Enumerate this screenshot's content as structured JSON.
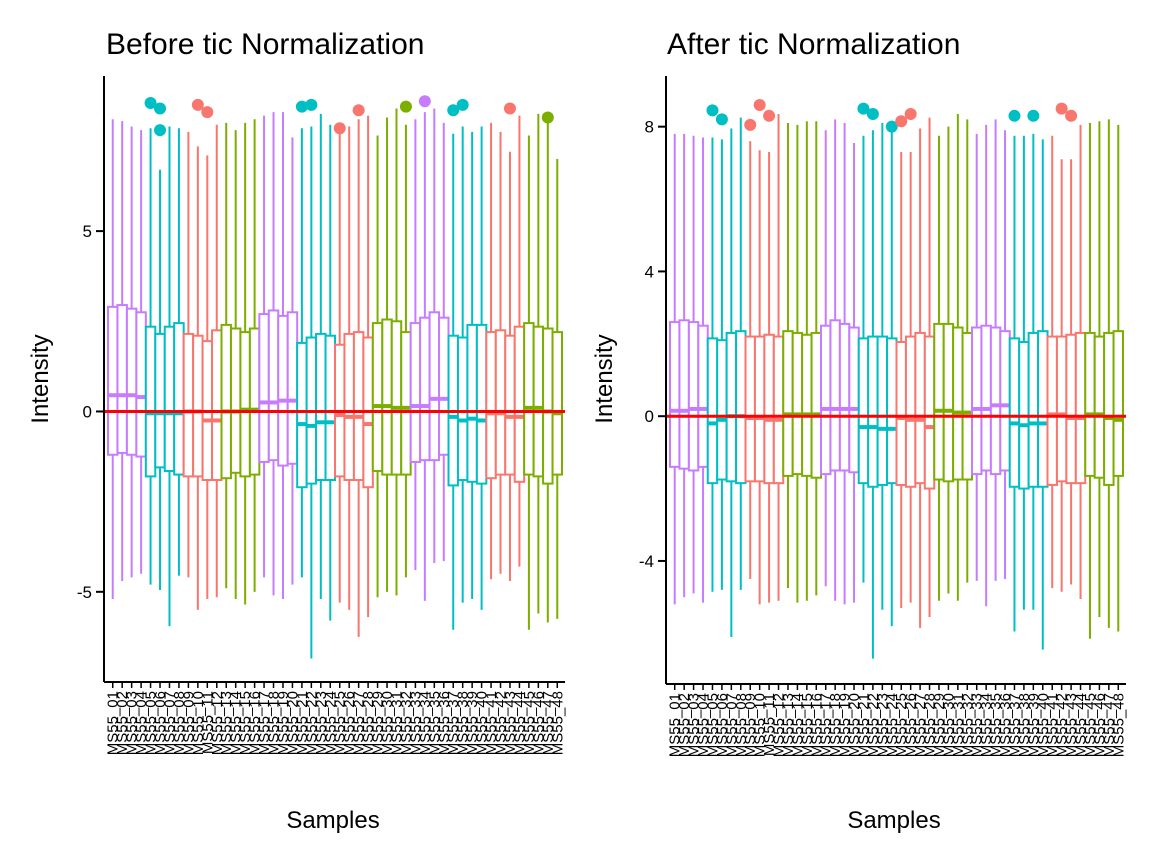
{
  "chart_data": [
    {
      "type": "boxplot",
      "title": "Before tic Normalization",
      "xlabel": "Samples",
      "ylabel": "Intensity",
      "ylim": [
        -7.5,
        9.3
      ],
      "yticks": [
        -5,
        0,
        5
      ],
      "ytick_labels": [
        "-5",
        "0",
        "5"
      ],
      "reference_line": {
        "y": 0,
        "color": "#FF0000"
      },
      "categories": [
        "MS55_01",
        "MS55_02",
        "MS55_03",
        "MS55_04",
        "MS55_05",
        "MS55_06",
        "MS55_07",
        "MS55_08",
        "MS55_09",
        "MS55_10",
        "MS55_11",
        "MS55_12",
        "MS55_13",
        "MS55_14",
        "MS55_15",
        "MS55_16",
        "MS55_17",
        "MS55_18",
        "MS55_19",
        "MS55_20",
        "MS55_21",
        "MS55_22",
        "MS55_23",
        "MS55_24",
        "MS55_25",
        "MS55_26",
        "MS55_27",
        "MS55_28",
        "MS55_29",
        "MS55_30",
        "MS55_31",
        "MS55_32",
        "MS55_33",
        "MS55_34",
        "MS55_35",
        "MS55_36",
        "MS55_37",
        "MS55_38",
        "MS55_39",
        "MS55_40",
        "MS55_41",
        "MS55_42",
        "MS55_43",
        "MS55_44",
        "MS55_45",
        "MS55_46",
        "MS55_47",
        "MS55_48"
      ],
      "group_of_box": [
        0,
        0,
        0,
        0,
        1,
        1,
        1,
        1,
        2,
        2,
        2,
        2,
        3,
        3,
        3,
        3,
        0,
        0,
        0,
        0,
        1,
        1,
        1,
        1,
        2,
        2,
        2,
        2,
        3,
        3,
        3,
        3,
        0,
        0,
        0,
        0,
        1,
        1,
        1,
        1,
        2,
        2,
        2,
        2,
        3,
        3,
        3,
        3
      ],
      "group_colors": [
        "#C77CFF",
        "#00BFC4",
        "#F8766D",
        "#7CAE00"
      ],
      "boxes": [
        {
          "min": -5.2,
          "q1": -1.2,
          "median": 0.45,
          "q3": 2.9,
          "max": 8.1
        },
        {
          "min": -4.7,
          "q1": -1.15,
          "median": 0.45,
          "q3": 2.95,
          "max": 8.05
        },
        {
          "min": -4.6,
          "q1": -1.2,
          "median": 0.45,
          "q3": 2.85,
          "max": 7.9
        },
        {
          "min": -4.5,
          "q1": -1.25,
          "median": 0.4,
          "q3": 2.75,
          "max": 7.8
        },
        {
          "min": -4.8,
          "q1": -1.8,
          "median": -0.05,
          "q3": 2.35,
          "max": 7.85,
          "outliers": [
            8.55
          ]
        },
        {
          "min": -4.95,
          "q1": -1.55,
          "median": -0.05,
          "q3": 2.15,
          "max": 6.7,
          "outliers": [
            8.4,
            7.8
          ]
        },
        {
          "min": -5.95,
          "q1": -1.65,
          "median": -0.05,
          "q3": 2.35,
          "max": 7.9
        },
        {
          "min": -4.55,
          "q1": -1.75,
          "median": -0.05,
          "q3": 2.45,
          "max": 7.85
        },
        {
          "min": -4.6,
          "q1": -1.8,
          "median": 0.0,
          "q3": 2.15,
          "max": 7.75
        },
        {
          "min": -5.5,
          "q1": -1.8,
          "median": 0.0,
          "q3": 2.1,
          "max": 7.35,
          "outliers": [
            8.5
          ]
        },
        {
          "min": -5.2,
          "q1": -1.9,
          "median": -0.25,
          "q3": 1.95,
          "max": 7.1,
          "outliers": [
            8.3
          ]
        },
        {
          "min": -5.15,
          "q1": -1.9,
          "median": -0.25,
          "q3": 2.25,
          "max": 7.95
        },
        {
          "min": -4.9,
          "q1": -1.85,
          "median": 0.0,
          "q3": 2.4,
          "max": 8.0
        },
        {
          "min": -5.2,
          "q1": -1.7,
          "median": 0.0,
          "q3": 2.3,
          "max": 7.8
        },
        {
          "min": -5.35,
          "q1": -1.8,
          "median": 0.05,
          "q3": 2.2,
          "max": 8.0
        },
        {
          "min": -5.0,
          "q1": -1.75,
          "median": 0.05,
          "q3": 2.3,
          "max": 8.1
        },
        {
          "min": -4.6,
          "q1": -1.4,
          "median": 0.25,
          "q3": 2.7,
          "max": 8.2
        },
        {
          "min": -5.1,
          "q1": -1.35,
          "median": 0.25,
          "q3": 2.8,
          "max": 8.3
        },
        {
          "min": -5.2,
          "q1": -1.5,
          "median": 0.3,
          "q3": 2.65,
          "max": 8.3
        },
        {
          "min": -4.8,
          "q1": -1.45,
          "median": 0.3,
          "q3": 2.75,
          "max": 7.6
        },
        {
          "min": -4.6,
          "q1": -2.1,
          "median": -0.35,
          "q3": 1.9,
          "max": 7.85,
          "outliers": [
            8.45
          ]
        },
        {
          "min": -6.85,
          "q1": -2.0,
          "median": -0.4,
          "q3": 2.05,
          "max": 7.9,
          "outliers": [
            8.5
          ]
        },
        {
          "min": -5.2,
          "q1": -1.9,
          "median": -0.3,
          "q3": 2.15,
          "max": 8.25
        },
        {
          "min": -5.8,
          "q1": -1.9,
          "median": -0.3,
          "q3": 2.1,
          "max": 7.95
        },
        {
          "min": -5.3,
          "q1": -1.8,
          "median": -0.1,
          "q3": 1.85,
          "max": 7.7,
          "outliers": [
            7.85
          ]
        },
        {
          "min": -5.5,
          "q1": -1.9,
          "median": -0.15,
          "q3": 2.15,
          "max": 7.9
        },
        {
          "min": -6.25,
          "q1": -1.9,
          "median": -0.15,
          "q3": 2.2,
          "max": 8.1,
          "outliers": [
            8.35
          ]
        },
        {
          "min": -5.7,
          "q1": -2.1,
          "median": -0.35,
          "q3": 2.05,
          "max": 8.2
        },
        {
          "min": -5.15,
          "q1": -1.65,
          "median": 0.15,
          "q3": 2.45,
          "max": 7.65
        },
        {
          "min": -5.0,
          "q1": -1.75,
          "median": 0.15,
          "q3": 2.55,
          "max": 8.15
        },
        {
          "min": -5.1,
          "q1": -1.75,
          "median": 0.1,
          "q3": 2.5,
          "max": 8.4
        },
        {
          "min": -4.6,
          "q1": -1.75,
          "median": 0.1,
          "q3": 2.2,
          "max": 7.95,
          "outliers": [
            8.45
          ]
        },
        {
          "min": -4.4,
          "q1": -1.4,
          "median": 0.15,
          "q3": 2.45,
          "max": 8.1
        },
        {
          "min": -5.25,
          "q1": -1.35,
          "median": 0.15,
          "q3": 2.6,
          "max": 8.3,
          "outliers": [
            8.6
          ]
        },
        {
          "min": -4.2,
          "q1": -1.35,
          "median": 0.35,
          "q3": 2.75,
          "max": 8.4
        },
        {
          "min": -4.15,
          "q1": -1.2,
          "median": 0.35,
          "q3": 2.6,
          "max": 8.0
        },
        {
          "min": -6.05,
          "q1": -2.05,
          "median": -0.15,
          "q3": 2.1,
          "max": 7.7,
          "outliers": [
            8.35
          ]
        },
        {
          "min": -5.3,
          "q1": -1.9,
          "median": -0.25,
          "q3": 2.05,
          "max": 7.9,
          "outliers": [
            8.5
          ]
        },
        {
          "min": -5.2,
          "q1": -1.95,
          "median": -0.2,
          "q3": 2.4,
          "max": 7.75
        },
        {
          "min": -5.5,
          "q1": -2.0,
          "median": -0.25,
          "q3": 2.4,
          "max": 7.9
        },
        {
          "min": -4.65,
          "q1": -1.85,
          "median": -0.05,
          "q3": 2.2,
          "max": 8.0
        },
        {
          "min": -4.5,
          "q1": -1.75,
          "median": -0.05,
          "q3": 2.25,
          "max": 7.75
        },
        {
          "min": -4.7,
          "q1": -1.75,
          "median": -0.15,
          "q3": 2.1,
          "max": 7.2,
          "outliers": [
            8.4
          ]
        },
        {
          "min": -4.3,
          "q1": -1.95,
          "median": -0.15,
          "q3": 2.35,
          "max": 8.2
        },
        {
          "min": -6.05,
          "q1": -1.75,
          "median": 0.1,
          "q3": 2.45,
          "max": 7.65
        },
        {
          "min": -5.6,
          "q1": -1.8,
          "median": 0.1,
          "q3": 2.35,
          "max": 8.25
        },
        {
          "min": -5.85,
          "q1": -2.0,
          "median": 0.0,
          "q3": 2.3,
          "max": 8.25,
          "outliers": [
            8.15
          ]
        },
        {
          "min": -5.75,
          "q1": -1.75,
          "median": -0.05,
          "q3": 2.2,
          "max": 7.0
        }
      ]
    },
    {
      "type": "boxplot",
      "title": "After tic Normalization",
      "xlabel": "Samples",
      "ylabel": "Intensity",
      "ylim": [
        -7.4,
        9.4
      ],
      "yticks": [
        -4,
        0,
        4,
        8
      ],
      "ytick_labels": [
        "-4",
        "0",
        "4",
        "8"
      ],
      "reference_line": {
        "y": 0,
        "color": "#FF0000"
      },
      "categories": [
        "MS55_01",
        "MS55_02",
        "MS55_03",
        "MS55_04",
        "MS55_05",
        "MS55_06",
        "MS55_07",
        "MS55_08",
        "MS55_09",
        "MS55_10",
        "MS55_11",
        "MS55_12",
        "MS55_13",
        "MS55_14",
        "MS55_15",
        "MS55_16",
        "MS55_17",
        "MS55_18",
        "MS55_19",
        "MS55_20",
        "MS55_21",
        "MS55_22",
        "MS55_23",
        "MS55_24",
        "MS55_25",
        "MS55_26",
        "MS55_27",
        "MS55_28",
        "MS55_29",
        "MS55_30",
        "MS55_31",
        "MS55_32",
        "MS55_33",
        "MS55_34",
        "MS55_35",
        "MS55_36",
        "MS55_37",
        "MS55_38",
        "MS55_39",
        "MS55_40",
        "MS55_41",
        "MS55_42",
        "MS55_43",
        "MS55_44",
        "MS55_45",
        "MS55_46",
        "MS55_47",
        "MS55_48"
      ],
      "group_of_box": [
        0,
        0,
        0,
        0,
        1,
        1,
        1,
        1,
        2,
        2,
        2,
        2,
        3,
        3,
        3,
        3,
        0,
        0,
        0,
        0,
        1,
        1,
        1,
        1,
        2,
        2,
        2,
        2,
        3,
        3,
        3,
        3,
        0,
        0,
        0,
        0,
        1,
        1,
        1,
        1,
        2,
        2,
        2,
        2,
        3,
        3,
        3,
        3
      ],
      "group_colors": [
        "#C77CFF",
        "#00BFC4",
        "#F8766D",
        "#7CAE00"
      ],
      "boxes": [
        {
          "min": -5.2,
          "q1": -1.4,
          "median": 0.15,
          "q3": 2.6,
          "max": 7.8
        },
        {
          "min": -5.0,
          "q1": -1.45,
          "median": 0.15,
          "q3": 2.65,
          "max": 7.8
        },
        {
          "min": -4.9,
          "q1": -1.5,
          "median": 0.2,
          "q3": 2.6,
          "max": 7.75
        },
        {
          "min": -5.15,
          "q1": -1.4,
          "median": 0.2,
          "q3": 2.5,
          "max": 7.7
        },
        {
          "min": -4.85,
          "q1": -1.85,
          "median": -0.2,
          "q3": 2.15,
          "max": 7.7,
          "outliers": [
            8.45
          ]
        },
        {
          "min": -4.8,
          "q1": -1.75,
          "median": -0.1,
          "q3": 2.1,
          "max": 7.65,
          "outliers": [
            8.2
          ]
        },
        {
          "min": -6.1,
          "q1": -1.8,
          "median": 0.0,
          "q3": 2.3,
          "max": 7.95
        },
        {
          "min": -4.8,
          "q1": -1.85,
          "median": 0.0,
          "q3": 2.35,
          "max": 8.25
        },
        {
          "min": -4.5,
          "q1": -1.8,
          "median": -0.05,
          "q3": 2.2,
          "max": 7.6,
          "outliers": [
            8.05
          ]
        },
        {
          "min": -5.2,
          "q1": -1.8,
          "median": -0.05,
          "q3": 2.2,
          "max": 7.35,
          "outliers": [
            8.6
          ]
        },
        {
          "min": -5.15,
          "q1": -1.85,
          "median": -0.1,
          "q3": 2.25,
          "max": 7.3,
          "outliers": [
            8.3
          ]
        },
        {
          "min": -5.1,
          "q1": -1.85,
          "median": -0.1,
          "q3": 2.2,
          "max": 8.35
        },
        {
          "min": -4.75,
          "q1": -1.65,
          "median": 0.05,
          "q3": 2.35,
          "max": 8.1
        },
        {
          "min": -5.15,
          "q1": -1.6,
          "median": 0.05,
          "q3": 2.3,
          "max": 8.05
        },
        {
          "min": -5.1,
          "q1": -1.65,
          "median": 0.05,
          "q3": 2.25,
          "max": 8.15
        },
        {
          "min": -4.95,
          "q1": -1.7,
          "median": 0.05,
          "q3": 2.3,
          "max": 8.15
        },
        {
          "min": -4.7,
          "q1": -1.6,
          "median": 0.2,
          "q3": 2.5,
          "max": 7.9
        },
        {
          "min": -5.1,
          "q1": -1.5,
          "median": 0.2,
          "q3": 2.65,
          "max": 8.2
        },
        {
          "min": -5.2,
          "q1": -1.5,
          "median": 0.2,
          "q3": 2.55,
          "max": 8.1
        },
        {
          "min": -5.15,
          "q1": -1.55,
          "median": 0.2,
          "q3": 2.45,
          "max": 7.55
        },
        {
          "min": -4.6,
          "q1": -1.85,
          "median": -0.3,
          "q3": 2.15,
          "max": 7.75,
          "outliers": [
            8.5
          ]
        },
        {
          "min": -6.7,
          "q1": -1.95,
          "median": -0.3,
          "q3": 2.2,
          "max": 7.9,
          "outliers": [
            8.35
          ]
        },
        {
          "min": -5.35,
          "q1": -1.9,
          "median": -0.35,
          "q3": 2.2,
          "max": 8.1
        },
        {
          "min": -5.8,
          "q1": -1.85,
          "median": -0.35,
          "q3": 2.15,
          "max": 7.9,
          "outliers": [
            8.0
          ]
        },
        {
          "min": -5.3,
          "q1": -1.9,
          "median": -0.05,
          "q3": 2.05,
          "max": 7.3,
          "outliers": [
            8.15
          ]
        },
        {
          "min": -5.15,
          "q1": -1.95,
          "median": -0.1,
          "q3": 2.2,
          "max": 7.3,
          "outliers": [
            8.35
          ]
        },
        {
          "min": -5.85,
          "q1": -1.85,
          "median": -0.1,
          "q3": 2.3,
          "max": 7.95
        },
        {
          "min": -5.55,
          "q1": -2.0,
          "median": -0.3,
          "q3": 2.2,
          "max": 8.25
        },
        {
          "min": -5.1,
          "q1": -1.75,
          "median": 0.15,
          "q3": 2.55,
          "max": 7.75
        },
        {
          "min": -4.9,
          "q1": -1.8,
          "median": 0.15,
          "q3": 2.55,
          "max": 8.0
        },
        {
          "min": -5.1,
          "q1": -1.75,
          "median": 0.1,
          "q3": 2.45,
          "max": 8.35
        },
        {
          "min": -4.6,
          "q1": -1.75,
          "median": 0.1,
          "q3": 2.3,
          "max": 8.2
        },
        {
          "min": -4.55,
          "q1": -1.6,
          "median": 0.2,
          "q3": 2.45,
          "max": 7.8
        },
        {
          "min": -5.25,
          "q1": -1.5,
          "median": 0.2,
          "q3": 2.5,
          "max": 8.05
        },
        {
          "min": -4.55,
          "q1": -1.6,
          "median": 0.3,
          "q3": 2.45,
          "max": 8.2
        },
        {
          "min": -4.5,
          "q1": -1.5,
          "median": 0.3,
          "q3": 2.35,
          "max": 7.9
        },
        {
          "min": -5.95,
          "q1": -1.95,
          "median": -0.2,
          "q3": 2.15,
          "max": 7.75,
          "outliers": [
            8.3
          ]
        },
        {
          "min": -5.35,
          "q1": -2.0,
          "median": -0.25,
          "q3": 2.05,
          "max": 7.75
        },
        {
          "min": -5.35,
          "q1": -1.95,
          "median": -0.2,
          "q3": 2.3,
          "max": 7.8,
          "outliers": [
            8.3
          ]
        },
        {
          "min": -6.45,
          "q1": -1.95,
          "median": -0.2,
          "q3": 2.35,
          "max": 7.65
        },
        {
          "min": -4.75,
          "q1": -1.9,
          "median": 0.05,
          "q3": 2.2,
          "max": 7.75
        },
        {
          "min": -4.85,
          "q1": -1.8,
          "median": 0.05,
          "q3": 2.2,
          "max": 7.1,
          "outliers": [
            8.5
          ]
        },
        {
          "min": -4.65,
          "q1": -1.85,
          "median": -0.05,
          "q3": 2.25,
          "max": 7.1,
          "outliers": [
            8.3
          ]
        },
        {
          "min": -5.05,
          "q1": -1.85,
          "median": -0.05,
          "q3": 2.3,
          "max": 8.05
        },
        {
          "min": -6.15,
          "q1": -1.65,
          "median": 0.05,
          "q3": 2.3,
          "max": 8.1
        },
        {
          "min": -5.55,
          "q1": -1.7,
          "median": 0.05,
          "q3": 2.2,
          "max": 8.15
        },
        {
          "min": -5.85,
          "q1": -1.9,
          "median": -0.05,
          "q3": 2.3,
          "max": 8.2
        },
        {
          "min": -5.95,
          "q1": -1.65,
          "median": -0.1,
          "q3": 2.35,
          "max": 8.05
        }
      ]
    }
  ]
}
